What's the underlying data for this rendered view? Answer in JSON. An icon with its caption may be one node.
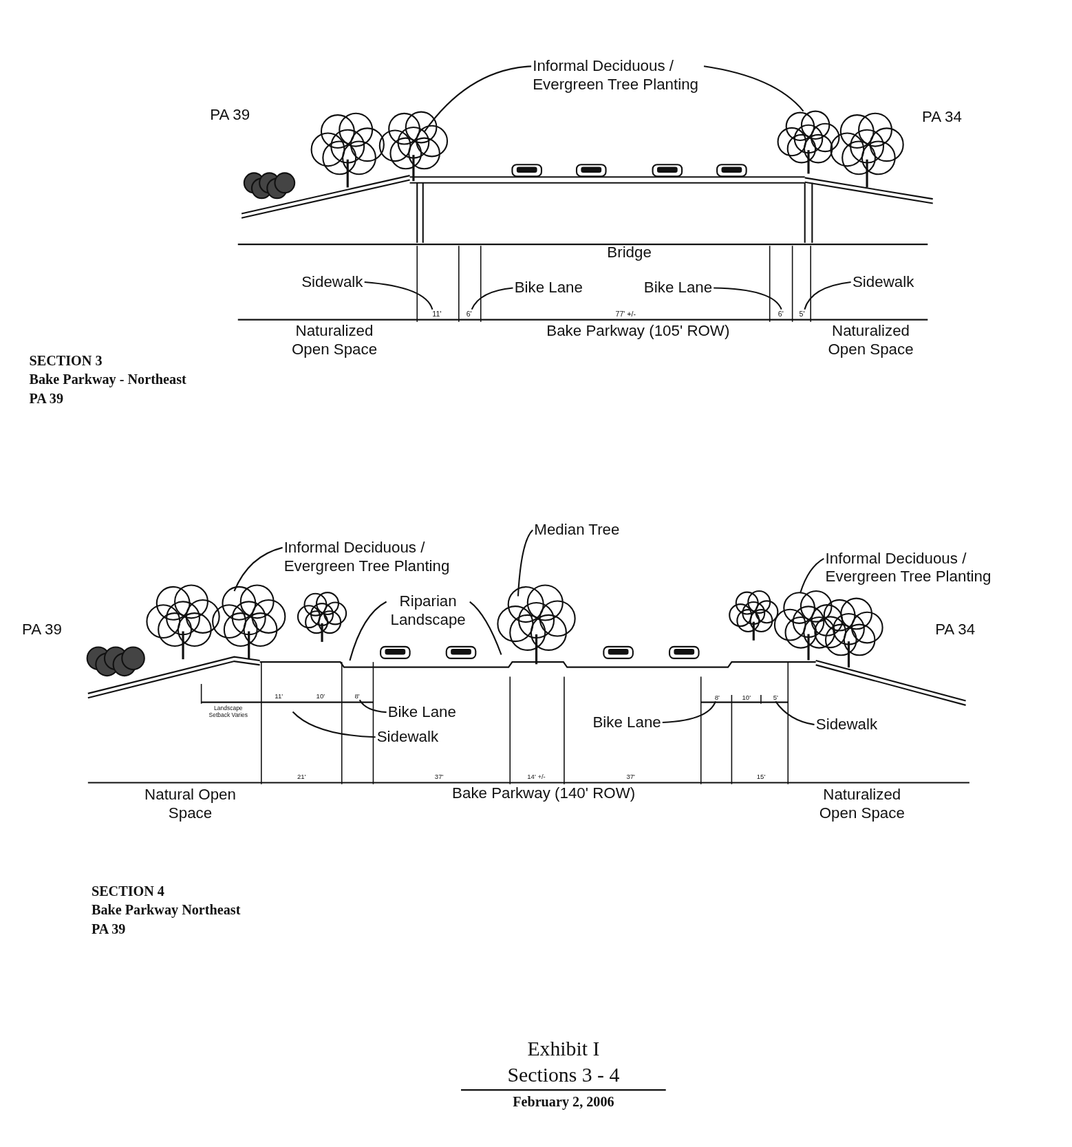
{
  "diagram": {
    "title": "Exhibit I",
    "nodes": [
      {
        "text": [
          "Informal Deciduous / Evergreen Tree Planting"
        ]
      },
      {
        "text": [
          "Sidewalk"
        ]
      },
      {
        "text": [
          "Bike Lane"
        ]
      },
      {
        "text": [
          "Bike Lane"
        ]
      },
      {
        "text": [
          "Sidewalk"
        ]
      },
      {
        "text": [
          "Informal Deciduous / Evergreen Tree Planting"
        ]
      },
      {
        "text": [
          "Median Tree"
        ]
      },
      {
        "text": [
          "Riparian Landscape"
        ]
      },
      {
        "text": [
          "Informal Deciduous / Evergreen Tree Planting"
        ]
      },
      {
        "text": [
          "Bike Lane"
        ]
      },
      {
        "text": [
          "Sidewalk"
        ]
      },
      {
        "text": [
          "Bike Lane"
        ]
      },
      {
        "text": [
          "Sidewalk"
        ]
      },
      {
        "text": [
          "11'"
        ]
      },
      {
        "text": [
          "6'"
        ]
      },
      {
        "text": [
          "6'"
        ]
      },
      {
        "text": [
          "5'"
        ]
      },
      {
        "text": [
          "8'"
        ]
      },
      {
        "text": [
          "8'"
        ]
      },
      {
        "text": [
          "5'"
        ]
      },
      {
        "text": [],
        "shape": "picture"
      },
      {
        "text": [],
        "shape": "picture"
      },
      {
        "text": [],
        "shape": "picture"
      },
      {
        "text": [],
        "shape": "picture"
      },
      {
        "text": [],
        "shape": "picture"
      }
    ],
    "edges": [
      {
        "from": 0,
        "to": 20,
        "arrow": "none"
      },
      {
        "from": 0,
        "to": 21,
        "arrow": "none"
      },
      {
        "from": 1,
        "to": 13,
        "arrow": "none"
      },
      {
        "from": 2,
        "to": 14,
        "arrow": "none"
      },
      {
        "from": 3,
        "to": 15,
        "arrow": "none"
      },
      {
        "from": 4,
        "to": 16,
        "arrow": "none"
      },
      {
        "from": 5,
        "to": 22,
        "arrow": "none"
      },
      {
        "from": 6,
        "to": 23,
        "arrow": "none"
      },
      {
        "from": 7,
        "to": null,
        "arrow": "none"
      },
      {
        "from": 7,
        "to": 23,
        "arrow": "none"
      },
      {
        "from": 8,
        "to": 24,
        "arrow": "none"
      },
      {
        "from": 9,
        "to": 17,
        "arrow": "none"
      },
      {
        "from": 10,
        "to": null,
        "arrow": "none"
      },
      {
        "from": 11,
        "to": 18,
        "arrow": "none"
      },
      {
        "from": 12,
        "to": 19,
        "arrow": "none"
      }
    ],
    "labels": [
      "PA 39",
      "PA 34",
      "Bridge",
      "Naturalized Open Space",
      "77' +/-",
      "Naturalized Open Space",
      "Bake Parkway (105' ROW)",
      "SECTION 3",
      "Bake Parkway - Northeast",
      "PA 39",
      "PA 39",
      "PA 34",
      "11'",
      "10'",
      "Landscape Setback Varies",
      "10'",
      "Natural Open Space",
      "21'",
      "37'",
      "14' +/-",
      "37'",
      "15'",
      "Naturalized Open Space",
      "Bake Parkway (140' ROW)",
      "SECTION 4",
      "Bake Parkway Northeast",
      "PA 39",
      "Sections 3 - 4",
      "February 2, 2006"
    ]
  }
}
